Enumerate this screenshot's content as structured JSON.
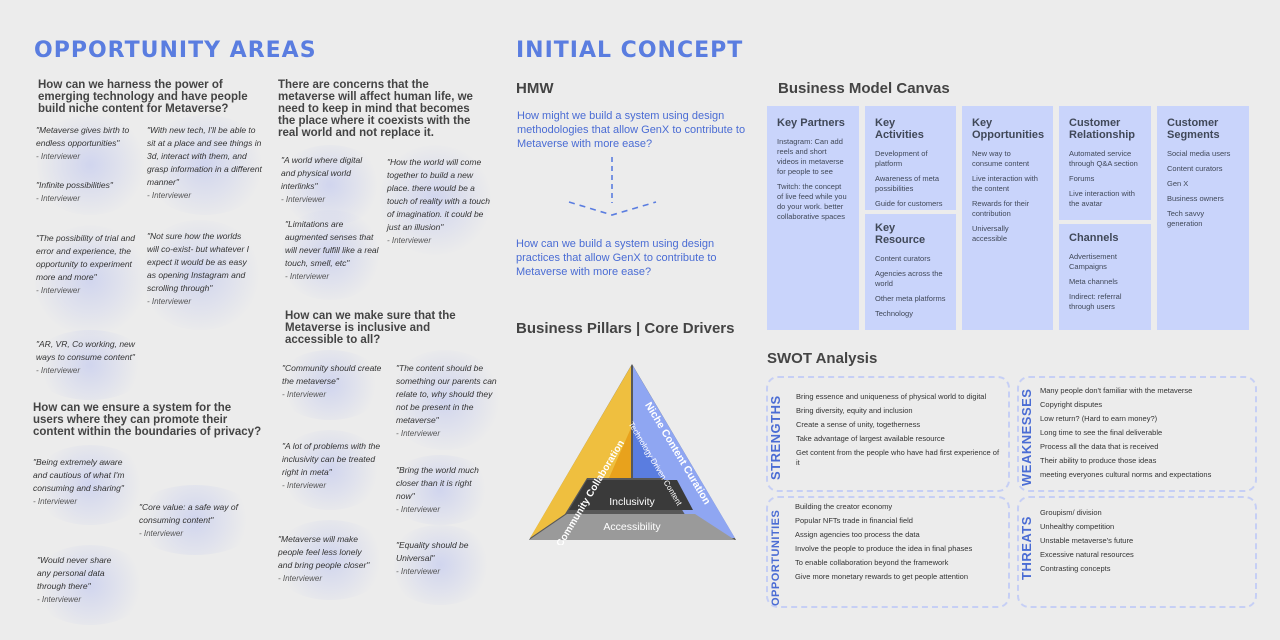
{
  "left": {
    "title": "OPPORTUNITY AREAS",
    "q1": "How can we harness the power of emerging technology and have people build niche content for Metaverse?",
    "q2": "There are concerns that the metaverse will affect human life, we need to keep in mind that becomes the place where it coexists with the real world and not replace it.",
    "q3": "How can we ensure a system for the users where they can promote their content within the boundaries of privacy?",
    "q4": "How can we make sure that the Metaverse is inclusive and accessible to all?",
    "attribution": "- Interviewer",
    "quotes": [
      "\"Metaverse gives birth to endless opportunities\"",
      "\"With new tech, I'll be able to sit at a place and see things in 3d, interact with them, and grasp information in a different manner\"",
      "\"Infinite possibilities\"",
      "\"The possibility of trial and error and experience, the opportunity to experiment more and more\"",
      "\"Not sure how the worlds will co-exist- but whatever I expect it would be as easy as opening Instagram and scrolling through\"",
      "\"AR, VR, Co working, new ways to consume content\"",
      "\"A world where digital and physical world interlinks\"",
      "\"How the world will come together to build a new place. there would be a touch of reality with a touch of imagination. it could be just an illusion\"",
      "\"Limitations are augmented senses that will never fulfill like a real touch, smell, etc\"",
      "\"Being extremely aware and cautious of what I'm consuming and sharing\"",
      "\"Core value: a safe way of consuming content\"",
      "\"Would never share any personal data through there\"",
      "\"Community should create the metaverse\"",
      "\"The content should be something our parents can relate to, why should they not be present in the metaverse\"",
      "\"A lot of problems with the inclusivity can be treated right in meta\"",
      "\"Bring the world much closer than it is right now\"",
      "\"Metaverse will make people feel less lonely and bring people closer\"",
      "\"Equality should be Universal\""
    ]
  },
  "concept": {
    "title": "INITIAL CONCEPT",
    "hmw_title": "HMW",
    "hmw_1": "How might we build a system using design methodologies that allow GenX to contribute to Metaverse with more ease?",
    "hmw_2": "How can we build a system using design practices that allow GenX to contribute to Metaverse with more ease?",
    "pillars_title": "Business Pillars | Core Drivers",
    "pyramid": {
      "left": "Community Collaboration",
      "right": "Niche Content Curation",
      "inner": "Technology Driven Content",
      "middle": "Inclusivity",
      "base": "Accessibility"
    }
  },
  "bmc": {
    "title": "Business Model Canvas",
    "key_partners": {
      "title": "Key Partners",
      "items": [
        "Instagram: Can add reels and short videos in metaverse for people to see",
        "Twitch: the concept of live feed while you do your work. better collaborative spaces"
      ]
    },
    "key_activities": {
      "title": "Key Activities",
      "items": [
        "Development of platform",
        "Awareness of meta possibilities",
        "Guide for customers"
      ]
    },
    "key_resource": {
      "title": "Key Resource",
      "items": [
        "Content curators",
        "Agencies across the world",
        "Other meta platforms",
        "Technology"
      ]
    },
    "key_opportunities": {
      "title": "Key Opportunities",
      "items": [
        "New way to consume content",
        "Live interaction with the content",
        "Rewards for their contribution",
        "Universally accessible"
      ]
    },
    "customer_relationship": {
      "title": "Customer Relationship",
      "items": [
        "Automated service through Q&A section",
        "Forums",
        "Live interaction with the avatar"
      ]
    },
    "channels": {
      "title": "Channels",
      "items": [
        "Advertisement Campaigns",
        "Meta channels",
        "Indirect: referral through users"
      ]
    },
    "customer_segments": {
      "title": "Customer Segments",
      "items": [
        "Social media users",
        "Content curators",
        "Gen X",
        "Business owners",
        "Tech savvy generation"
      ]
    }
  },
  "swot": {
    "title": "SWOT Analysis",
    "strengths": {
      "label": "STRENGTHS",
      "items": [
        "Bring essence and uniqueness of physical world to digital",
        "Bring diversity, equity and inclusion",
        "Create a sense of unity, togetherness",
        "Take advantage of largest available resource",
        "Get content from the people who have had first experience of it"
      ]
    },
    "weaknesses": {
      "label": "WEAKNESSES",
      "items": [
        "Many people don't familiar with the metaverse",
        "Copyright disputes",
        "Low return? (Hard to earn money?)",
        "Long time to see the final deliverable",
        "Process all the data that is received",
        "Their ability to produce those ideas",
        "meeting everyones cultural norms and expectations"
      ]
    },
    "opportunities": {
      "label": "OPPORTUNITIES",
      "items": [
        "Building the creator economy",
        "Popular NFTs trade in financial field",
        "Assign agencies too process the data",
        "Involve the people to produce the idea in final phases",
        "To enable collaboration beyond the framework",
        "Give more monetary rewards to get people attention"
      ]
    },
    "threats": {
      "label": "THREATS",
      "items": [
        "Groupism/ division",
        "Unhealthy competition",
        "Unstable metaverse's future",
        "Excessive natural resources",
        "Contrasting concepts"
      ]
    }
  }
}
